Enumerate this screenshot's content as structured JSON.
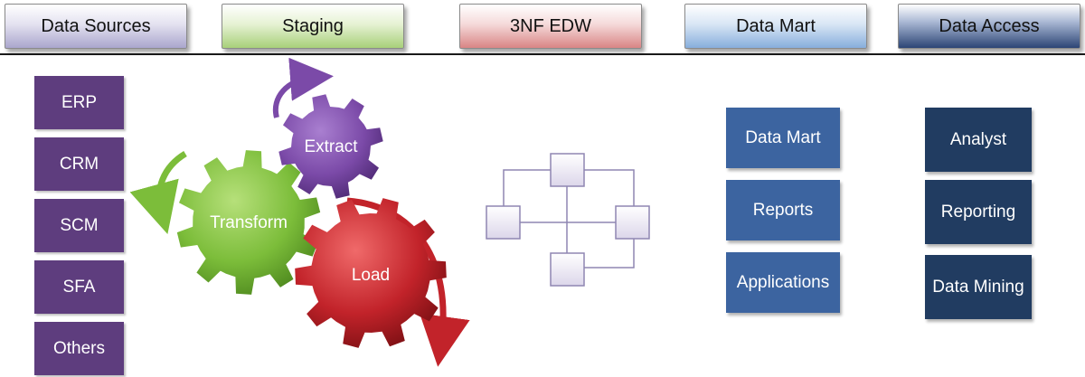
{
  "headers": [
    "Data Sources",
    "Staging",
    "3NF EDW",
    "Data Mart",
    "Data Access"
  ],
  "sources": [
    "ERP",
    "CRM",
    "SCM",
    "SFA",
    "Others"
  ],
  "gears": {
    "extract": "Extract",
    "transform": "Transform",
    "load": "Load"
  },
  "data_mart": [
    "Data Mart",
    "Reports",
    "Applications"
  ],
  "data_access": [
    "Analyst",
    "Reporting",
    "Data Mining"
  ],
  "colors": {
    "sources": "#5e3d7e",
    "extract": "#7b4aa8",
    "transform": "#7cbd3a",
    "load": "#c2232a",
    "data_mart": "#3c64a0",
    "data_access": "#213c61"
  }
}
